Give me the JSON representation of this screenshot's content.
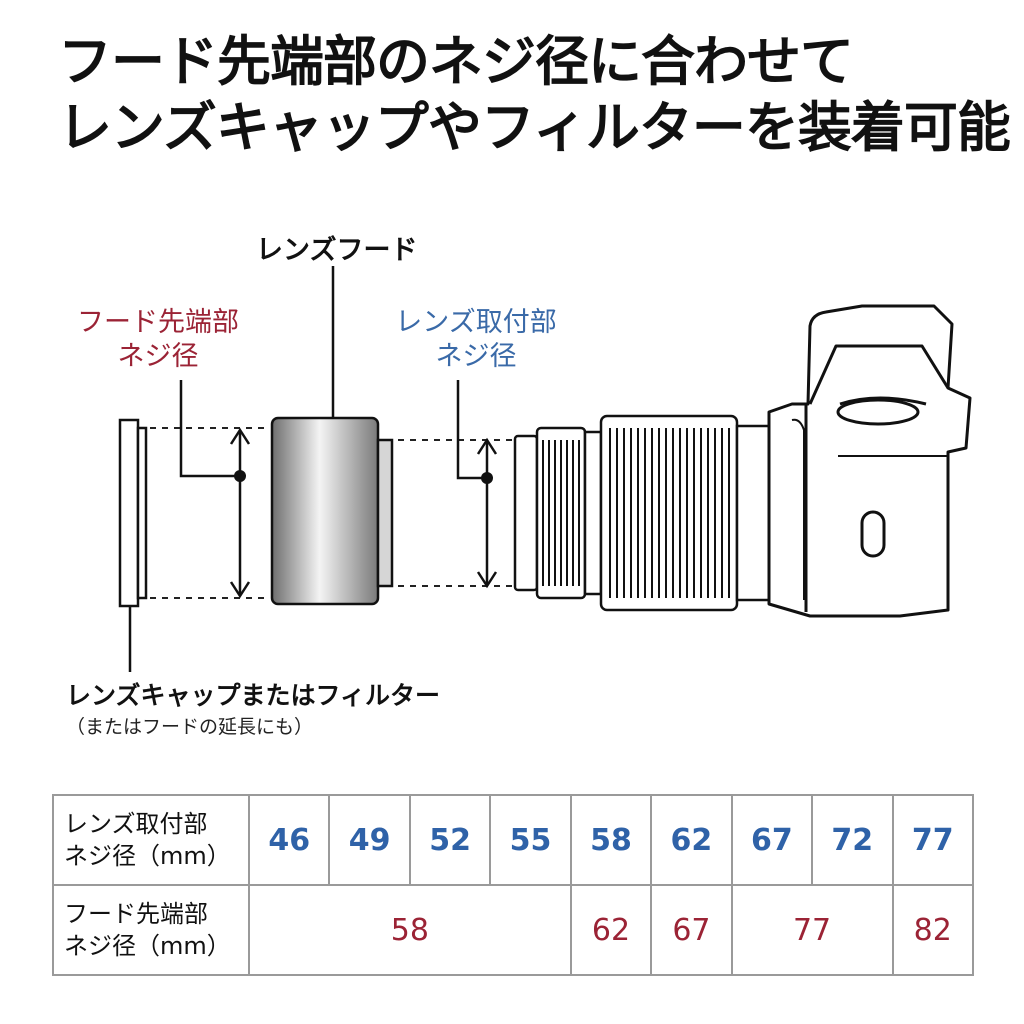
{
  "headline": {
    "line1": "フード先端部のネジ径に合わせて",
    "line2": "レンズキャップやフィルターを装着可能"
  },
  "diagram": {
    "hood_label": "レンズフード",
    "hood_tip_label": {
      "line1": "フード先端部",
      "line2": "ネジ径"
    },
    "lens_mount_label": {
      "line1": "レンズ取付部",
      "line2": "ネジ径"
    },
    "cap_label": "レンズキャップまたはフィルター",
    "cap_note": "（またはフードの延長にも）",
    "colors": {
      "red": "#9b2335",
      "blue": "#3a6aa8"
    }
  },
  "table": {
    "row1_header": {
      "line1": "レンズ取付部",
      "line2": "ネジ径（mm）"
    },
    "row2_header": {
      "line1": "フード先端部",
      "line2": "ネジ径（mm）"
    },
    "lens_mount_sizes": [
      "46",
      "49",
      "52",
      "55",
      "58",
      "62",
      "67",
      "72",
      "77"
    ],
    "hood_tip_sizes": [
      {
        "value": "58",
        "span": 4
      },
      {
        "value": "62",
        "span": 1
      },
      {
        "value": "67",
        "span": 1
      },
      {
        "value": "77",
        "span": 2
      },
      {
        "value": "82",
        "span": 1
      }
    ]
  }
}
